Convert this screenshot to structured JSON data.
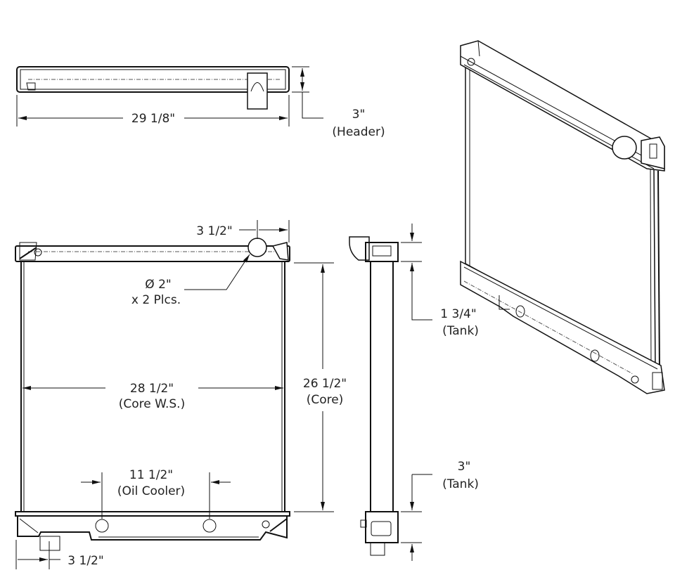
{
  "top_view": {
    "width_label": "29 1/8\"",
    "header_label": "3\"",
    "header_caption": "(Header)"
  },
  "front_view": {
    "outlet_offset_label": "3 1/2\"",
    "diameter_label": "Ø 2\"",
    "places_label": "x 2 Plcs.",
    "core_width_label": "28 1/2\"",
    "core_width_caption": "(Core W.S.)",
    "core_height_label": "26 1/2\"",
    "core_height_caption": "(Core)",
    "oil_cooler_label": "11 1/2\"",
    "oil_cooler_caption": "(Oil Cooler)",
    "inlet_offset_label": "3 1/2\""
  },
  "side_view": {
    "top_tank_label": "1 3/4\"",
    "top_tank_caption": "(Tank)",
    "bottom_tank_label": "3\"",
    "bottom_tank_caption": "(Tank)"
  }
}
